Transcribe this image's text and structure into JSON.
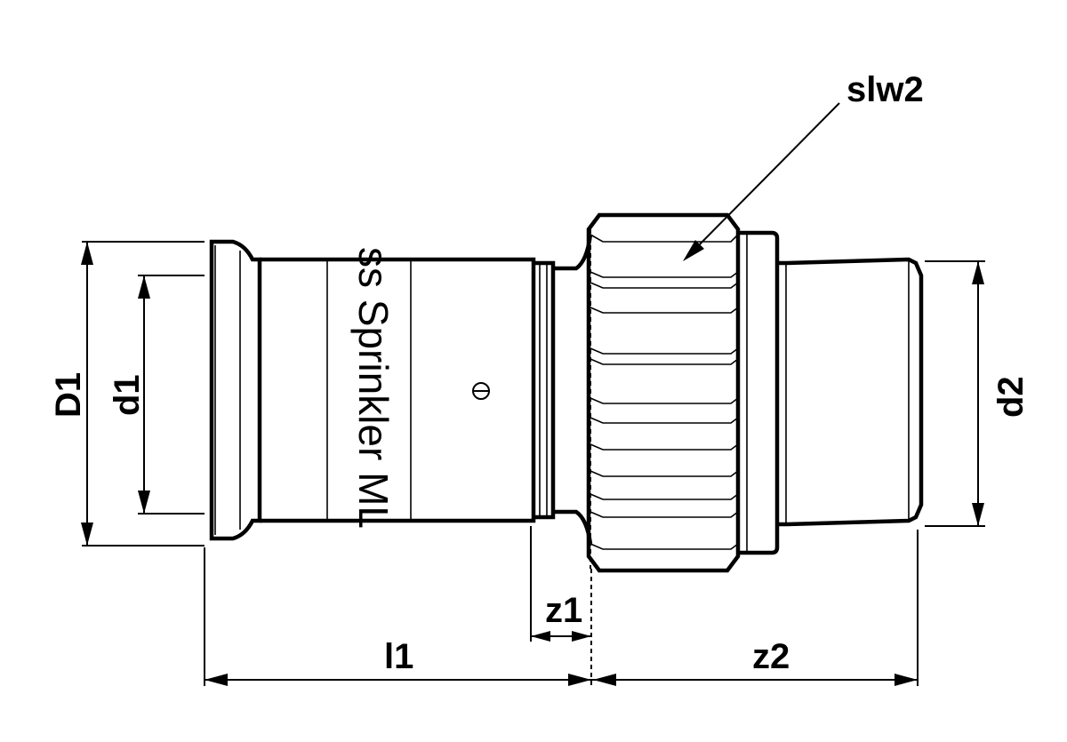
{
  "labels": {
    "slw2": "slw2",
    "D1": "D1",
    "d1": "d1",
    "d2": "d2",
    "z1": "z1",
    "l1": "l1",
    "z2": "z2"
  },
  "product_marking": "ss Sprinkler ML",
  "colors": {
    "line": "#000000",
    "background": "#ffffff"
  }
}
